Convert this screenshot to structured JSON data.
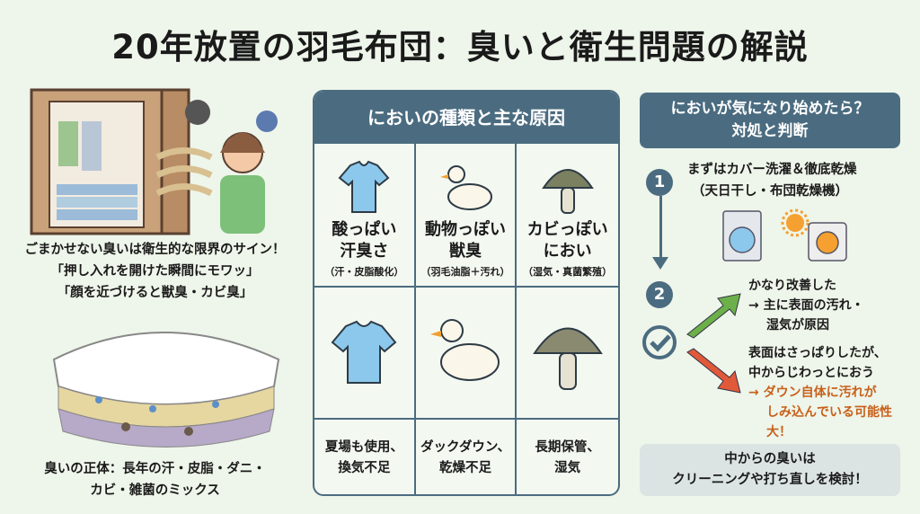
{
  "title": "20年放置の羽毛布団：臭いと衛生問題の解説",
  "left": {
    "caption1": [
      "ごまかせない臭いは衛生的な限界のサイン！",
      "「押し入れを開けた瞬間にモワッ」",
      "「顔を近づけると獣臭・カビ臭」"
    ],
    "caption2": [
      "臭いの正体：長年の汗・皮脂・ダニ・",
      "カビ・雑菌のミックス"
    ]
  },
  "middle": {
    "header": "においの種類と主な原因",
    "types": [
      {
        "name1": "酸っぱい",
        "name2": "汗臭さ",
        "cause": "（汗・皮脂酸化）",
        "situation1": "夏場も使用、",
        "situation2": "換気不足"
      },
      {
        "name1": "動物っぽい",
        "name2": "獣臭",
        "cause": "（羽毛油脂＋汚れ）",
        "situation1": "ダックダウン、",
        "situation2": "乾燥不足"
      },
      {
        "name1": "カビっぽい",
        "name2": "におい",
        "cause": "（湿気・真菌繁殖）",
        "situation1": "長期保管、",
        "situation2": "湿気"
      }
    ]
  },
  "right": {
    "header1": "においが気になり始めたら？",
    "header2": "対処と判断",
    "step1_num": "1",
    "step1_line1": "まずはカバー洗濯＆徹底乾燥",
    "step1_line2": "（天日干し・布団乾燥機）",
    "step2_num": "2",
    "good1": "かなり改善した",
    "good2": "→ 主に表面の汚れ・",
    "good3": "湿気が原因",
    "bad1": "表面はさっぱりしたが、",
    "bad2": "中からじわっとにおう",
    "bad3": "→ ダウン自体に汚れが",
    "bad4": "しみ込んでいる可能性",
    "bad5": "大！",
    "box1": "中からの臭いは",
    "box2": "クリーニングや打ち直しを検討！"
  },
  "colors": {
    "accent": "#4b6c80",
    "warning": "#c8601a",
    "good_arrow": "#6cb04a",
    "bad_arrow": "#e05a3a"
  }
}
